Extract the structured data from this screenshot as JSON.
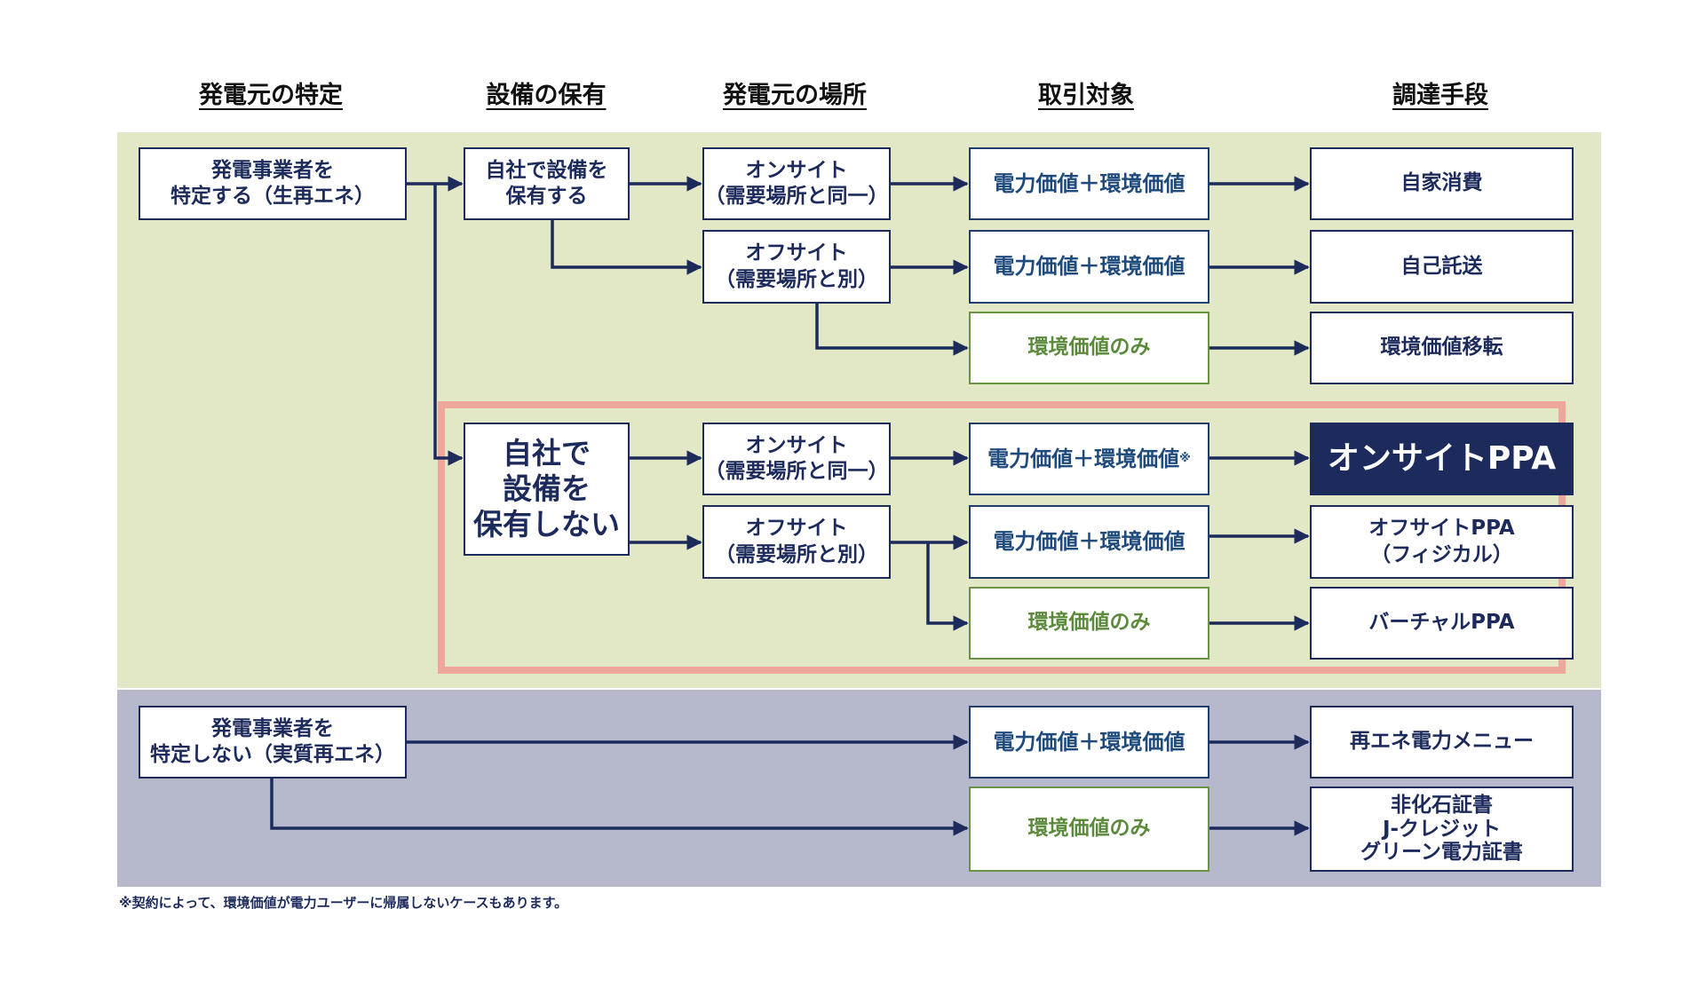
{
  "headers": {
    "col1": "発電元の特定",
    "col2": "設備の保有",
    "col3": "発電元の場所",
    "col4": "取引対象",
    "col5": "調達手段"
  },
  "nodes": {
    "specify_gen": "発電事業者を\n特定する（生再エネ）",
    "own_equipment": "自社で設備を\n保有する",
    "not_own_equipment": "自社で\n設備を\n保有しない",
    "onsite_1": "オンサイト\n（需要場所と同一）",
    "offsite_1": "オフサイト\n（需要場所と別）",
    "onsite_2": "オンサイト\n（需要場所と同一）",
    "offsite_2": "オフサイト\n（需要場所と別）",
    "power_env_1": "電力価値＋環境価値",
    "power_env_2": "電力価値＋環境価値",
    "env_only_1": "環境価値のみ",
    "power_env_3": "電力価値＋環境価値",
    "power_env_3_mark": "※",
    "power_env_4": "電力価値＋環境価値",
    "env_only_2": "環境価値のみ",
    "self_consumption": "自家消費",
    "self_wheeling": "自己託送",
    "env_value_transfer": "環境価値移転",
    "onsite_ppa": "オンサイトPPA",
    "offsite_ppa": "オフサイトPPA\n（フィジカル）",
    "virtual_ppa": "バーチャルPPA",
    "not_specify_gen": "発電事業者を\n特定しない（実質再エネ）",
    "power_env_5": "電力価値＋環境価値",
    "env_only_3": "環境価値のみ",
    "re_menu": "再エネ電力メニュー",
    "certificates": "非化石証書\nJ-クレジット\nグリーン電力証書"
  },
  "footnote": "※契約によって、環境価値が電力ユーザーに帰属しないケースもあります。",
  "colors": {
    "navy": "#1c2a5c",
    "green_band": "#e2e7c6",
    "blue_band": "#b6b8cc",
    "highlight_frame": "#eea89b",
    "env_green": "#5b8a3c"
  }
}
